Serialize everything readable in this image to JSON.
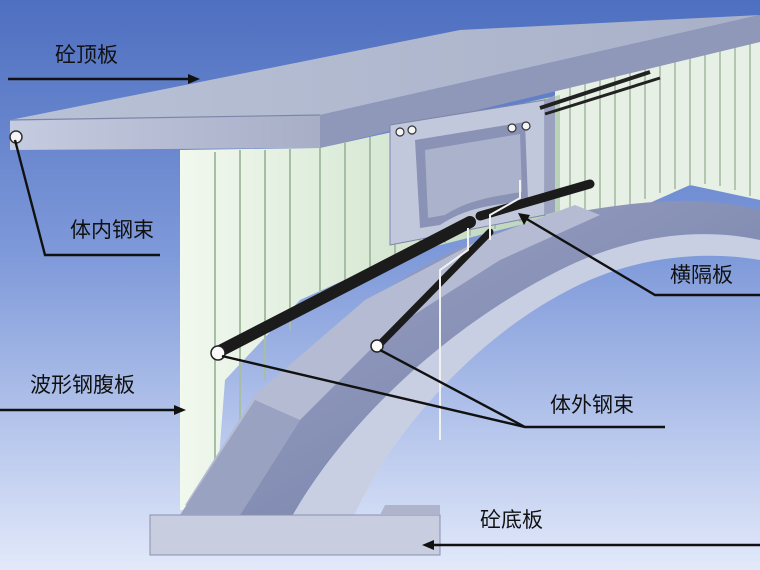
{
  "labels": {
    "top_slab": "砼顶板",
    "internal_tendon": "体内钢束",
    "diaphragm": "横隔板",
    "corrugated_web": "波形钢腹板",
    "external_tendon": "体外钢束",
    "bottom_slab": "砼底板"
  }
}
